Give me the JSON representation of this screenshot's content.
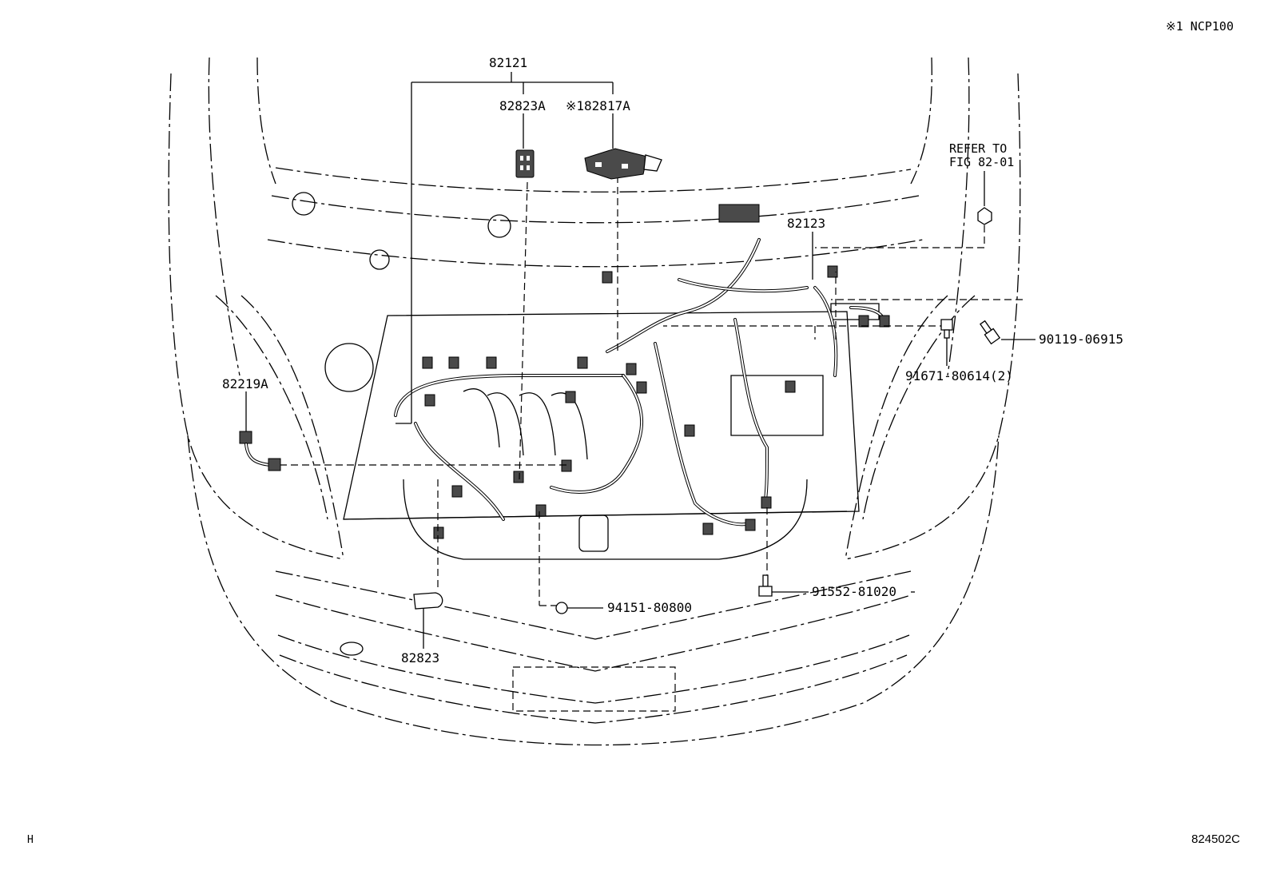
{
  "header_note": "※1 NCP100",
  "footer": {
    "left": "H",
    "right": "824502C"
  },
  "reference_note": {
    "line1": "REFER TO",
    "line2": "FIG 82-01"
  },
  "callouts": {
    "main_harness": "82121",
    "part_82823A": "82823A",
    "part_82817A": "※182817A",
    "part_82123": "82123",
    "part_82219A": "82219A",
    "part_82823": "82823",
    "bolt_90119": "90119-06915",
    "bolt_91671": "91671-80614(2)",
    "bolt_91552": "91552-81020",
    "clip_94151": "94151-80800"
  },
  "icons": [
    "connector-icon",
    "bolt-icon",
    "nut-icon",
    "clip-icon",
    "harness-icon",
    "relay-block-icon"
  ]
}
